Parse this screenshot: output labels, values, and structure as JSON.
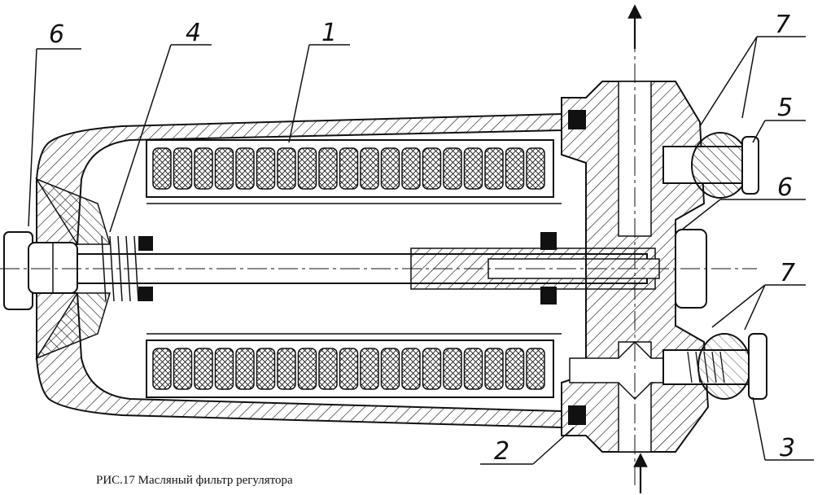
{
  "figure": {
    "caption": "РИС.17 Масляный фильтр регулятора",
    "labels": [
      {
        "id": "6",
        "text": "6"
      },
      {
        "id": "4",
        "text": "4"
      },
      {
        "id": "1",
        "text": "1"
      },
      {
        "id": "7a",
        "text": "7"
      },
      {
        "id": "5",
        "text": "5"
      },
      {
        "id": "6b",
        "text": "6"
      },
      {
        "id": "7b",
        "text": "7"
      },
      {
        "id": "2",
        "text": "2"
      },
      {
        "id": "3",
        "text": "3"
      }
    ]
  },
  "colors": {
    "ink": "#111111",
    "paper": "#ffffff"
  }
}
